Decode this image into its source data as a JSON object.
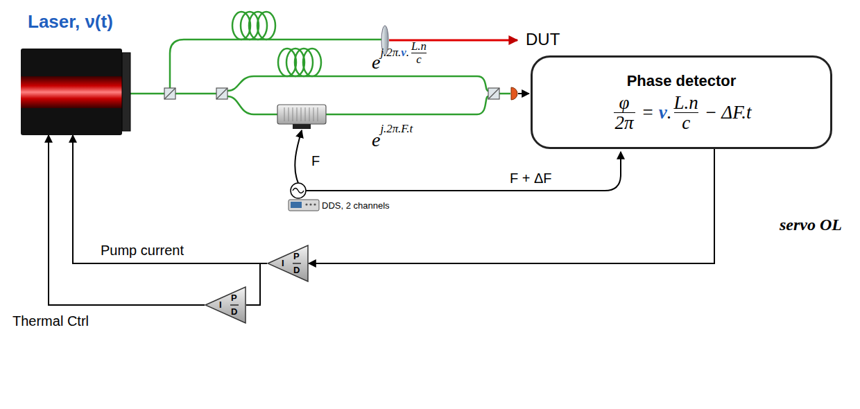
{
  "diagram": {
    "nodes": [
      {
        "text": [
          "Laser, ν(t)"
        ]
      },
      {
        "text": [
          "Phase detector",
          "φ",
          "2π",
          "=",
          "ν",
          ".",
          "L.n",
          "c",
          "− ΔF.t"
        ]
      },
      {
        "text": [
          "I",
          "P",
          "D"
        ]
      },
      {
        "text": [
          "I",
          "P",
          "D"
        ]
      }
    ],
    "edges": [
      {
        "from": 1,
        "to": 2,
        "arrow": "to"
      },
      {
        "from": 2,
        "to": 0,
        "arrow": "to",
        "label": "Pump current"
      },
      {
        "from": 2,
        "to": 3,
        "arrow": "none"
      },
      {
        "from": 3,
        "to": 0,
        "arrow": "to",
        "label": "Thermal Ctrl"
      }
    ],
    "labels": [
      "DUT",
      "e",
      "j.2π.",
      "ν",
      ".",
      "L.n",
      "c",
      "e",
      "j.2π.F.t",
      "F",
      "F + ΔF",
      "DDS, 2 channels",
      "servo OL"
    ]
  }
}
